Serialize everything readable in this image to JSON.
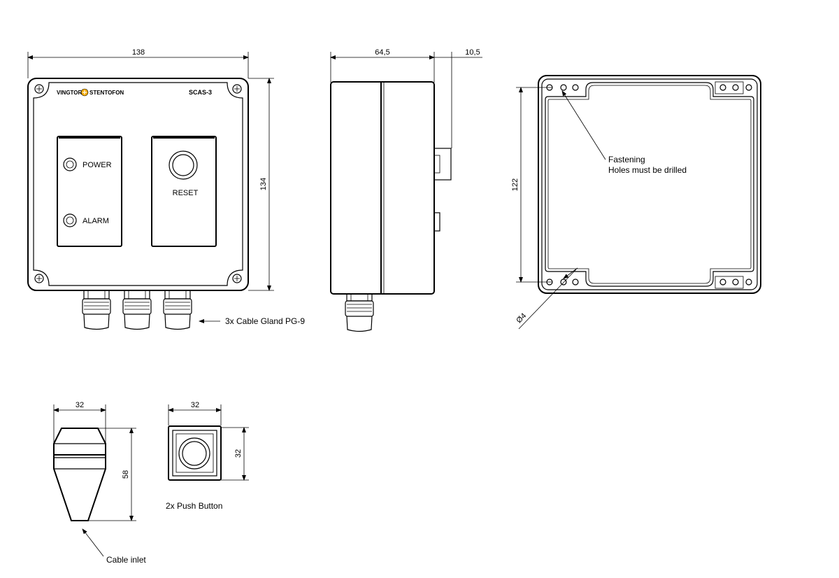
{
  "front_view": {
    "brand_left": "VINGTOR",
    "brand_right": "STENTOFON",
    "model": "SCAS-3",
    "power_label": "POWER",
    "alarm_label": "ALARM",
    "reset_label": "RESET",
    "width_dim": "138",
    "height_dim": "134",
    "gland_note": "3x Cable Gland PG-9"
  },
  "side_view": {
    "depth_dim": "64,5",
    "offset_dim": "10,5"
  },
  "back_view": {
    "height_dim": "122",
    "hole_dim": "Ø4",
    "fastening_line1": "Fastening",
    "fastening_line2": "Holes must be drilled"
  },
  "cable_inlet": {
    "width_dim": "32",
    "height_dim": "58",
    "label": "Cable inlet"
  },
  "push_button": {
    "width_dim": "32",
    "height_dim": "32",
    "label": "2x Push Button"
  }
}
